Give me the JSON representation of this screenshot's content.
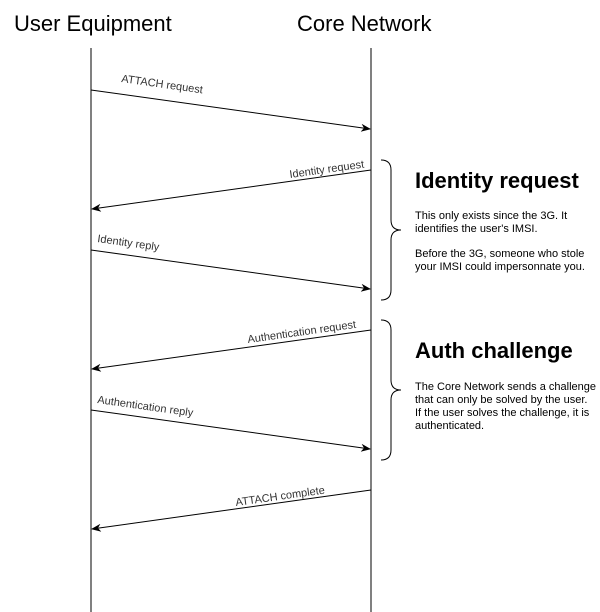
{
  "actors": {
    "user_equipment": "User Equipment",
    "core_network": "Core Network"
  },
  "messages": [
    {
      "label": "ATTACH request",
      "from": "user_equipment",
      "to": "core_network"
    },
    {
      "label": "Identity request",
      "from": "core_network",
      "to": "user_equipment"
    },
    {
      "label": "Identity reply",
      "from": "user_equipment",
      "to": "core_network"
    },
    {
      "label": "Authentication request",
      "from": "core_network",
      "to": "user_equipment"
    },
    {
      "label": "Authentication reply",
      "from": "user_equipment",
      "to": "core_network"
    },
    {
      "label": "ATTACH complete",
      "from": "core_network",
      "to": "user_equipment"
    }
  ],
  "sections": {
    "identity": {
      "title": "Identity request",
      "paragraph1": "This only exists since the 3G. It identifies the user's IMSI.",
      "paragraph2": "Before the 3G, someone who stole your IMSI could impersonnate you."
    },
    "auth": {
      "title": "Auth challenge",
      "paragraph1": "The Core Network sends a challenge that can only be solved by the user.",
      "paragraph2": "If the user solves the challenge, it is authenticated."
    }
  },
  "colors": {
    "line": "#000000",
    "label": "#333333"
  }
}
